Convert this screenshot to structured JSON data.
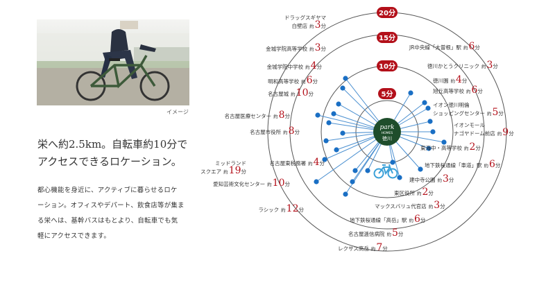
{
  "photo": {
    "caption": "イメージ"
  },
  "headline": [
    "栄へ約2.5km。自転車約10分で",
    "アクセスできるロケーション。"
  ],
  "body_text": [
    "都心機能を身近に、アクティブに暮らせるロケ",
    "ーション。オフィスやデパート、飲食店等が集ま",
    "る栄へは、基幹バスはもとより、自転車でも気",
    "軽にアクセスできます。"
  ],
  "center": {
    "brand": "park",
    "brand_sub": "HOMES",
    "name": "徳川"
  },
  "time_rings": [
    "5分",
    "10分",
    "15分",
    "20分"
  ],
  "destinations": [
    {
      "name": "ドラッグスギヤマ",
      "name2": "白壁店",
      "prefix": "約",
      "time": "3",
      "unit": "分"
    },
    {
      "name": "金城学院高等学校",
      "prefix": "約",
      "time": "3",
      "unit": "分"
    },
    {
      "name": "金城学院中学校",
      "prefix": "約",
      "time": "4",
      "unit": "分"
    },
    {
      "name": "明和高等学校",
      "prefix": "約",
      "time": "6",
      "unit": "分"
    },
    {
      "name": "名古屋城",
      "prefix": "約",
      "time": "10",
      "unit": "分"
    },
    {
      "name": "名古屋医療センター",
      "prefix": "約",
      "time": "8",
      "unit": "分"
    },
    {
      "name": "名古屋市役所",
      "prefix": "約",
      "time": "8",
      "unit": "分"
    },
    {
      "name": "ミッドランド",
      "name2": "スクエア",
      "prefix": "約",
      "time": "19",
      "unit": "分"
    },
    {
      "name": "名古屋東税務署",
      "prefix": "約",
      "time": "4",
      "unit": "分"
    },
    {
      "name": "愛知芸術文化センター",
      "prefix": "約",
      "time": "10",
      "unit": "分"
    },
    {
      "name": "ラシック",
      "prefix": "約",
      "time": "12",
      "unit": "分"
    },
    {
      "name": "JR中央線「大曽根」駅",
      "prefix": "約",
      "time": "6",
      "unit": "分"
    },
    {
      "name": "徳川かとうクリニック",
      "prefix": "約",
      "time": "3",
      "unit": "分"
    },
    {
      "name": "徳川園",
      "prefix": "約",
      "time": "4",
      "unit": "分"
    },
    {
      "name": "旭丘高等学校",
      "prefix": "約",
      "time": "6",
      "unit": "分"
    },
    {
      "name": "イオン徳川明倫",
      "name2": "ショッピングセンター",
      "prefix": "約",
      "time": "5",
      "unit": "分"
    },
    {
      "name": "イオンモール",
      "name2": "ナゴヤドーム前店",
      "prefix": "約",
      "time": "9",
      "unit": "分"
    },
    {
      "name": "東海中・高等学校",
      "prefix": "約",
      "time": "2",
      "unit": "分"
    },
    {
      "name": "地下鉄桜通線「車道」駅",
      "prefix": "約",
      "time": "6",
      "unit": "分"
    },
    {
      "name": "建中寺公園",
      "prefix": "約",
      "time": "3",
      "unit": "分"
    },
    {
      "name": "東区役所",
      "prefix": "約",
      "time": "2",
      "unit": "分"
    },
    {
      "name": "マックスバリュ代官店",
      "prefix": "約",
      "time": "3",
      "unit": "分"
    },
    {
      "name": "地下鉄桜通線「高岳」駅",
      "prefix": "約",
      "time": "6",
      "unit": "分"
    },
    {
      "name": "名古屋逓信病院",
      "prefix": "約",
      "time": "5",
      "unit": "分"
    },
    {
      "name": "レクサス高岳",
      "prefix": "約",
      "time": "7",
      "unit": "分"
    }
  ],
  "colors": {
    "ring": "#555555",
    "line": "#4a8fd0",
    "dot": "#1a6fc4",
    "center": "#1e4d2b",
    "time_red": "#b3101a",
    "text": "#333333",
    "bike": "#3aa0d8"
  }
}
